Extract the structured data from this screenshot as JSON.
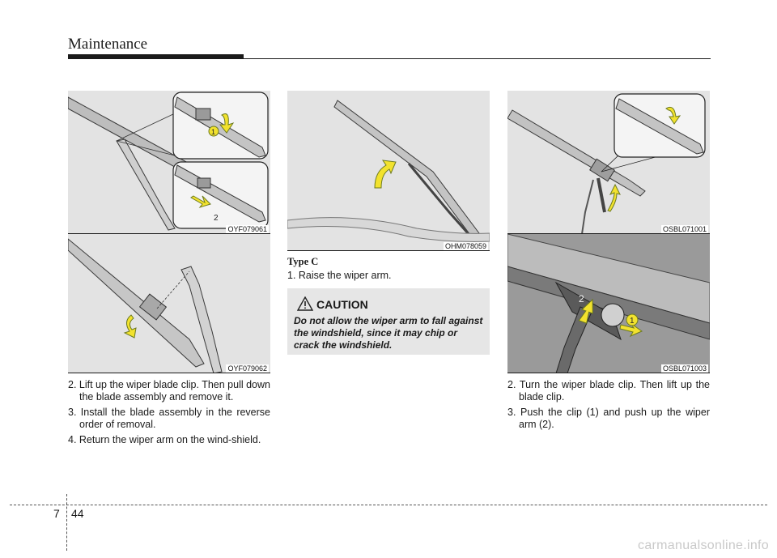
{
  "header": {
    "section": "Maintenance"
  },
  "figures": {
    "f1": {
      "code": "OYF079061",
      "callout_1": "1",
      "callout_2": "2"
    },
    "f2": {
      "code": "OYF079062"
    },
    "f3": {
      "code": "OHM078059"
    },
    "f4": {
      "code": "OSBL071001"
    },
    "f5": {
      "code": "OSBL071003",
      "callout_1": "1",
      "callout_2": "2"
    }
  },
  "left_column": {
    "steps": [
      "2. Lift up the wiper blade clip. Then pull down the blade assembly and remove it.",
      "3. Install the blade assembly in the reverse order of removal.",
      "4. Return the wiper arm on the wind-shield."
    ]
  },
  "middle_column": {
    "type_heading": "Type C",
    "step_1": "1. Raise the wiper arm.",
    "caution": {
      "title": "CAUTION",
      "body": "Do not allow the wiper arm to fall against the windshield, since it may chip or crack the windshield."
    }
  },
  "right_column": {
    "steps": [
      "2. Turn the wiper blade clip. Then lift up the blade clip.",
      "3. Push the clip (1) and push up the wiper arm (2)."
    ]
  },
  "footer": {
    "chapter": "7",
    "page": "44",
    "watermark": "carmanualsonline.info"
  },
  "colors": {
    "figure_bg": "#e3e3e3",
    "arrow_fill": "#f2e22e",
    "arrow_stroke": "#6c7a1f",
    "caution_bg": "#e6e6e6"
  }
}
